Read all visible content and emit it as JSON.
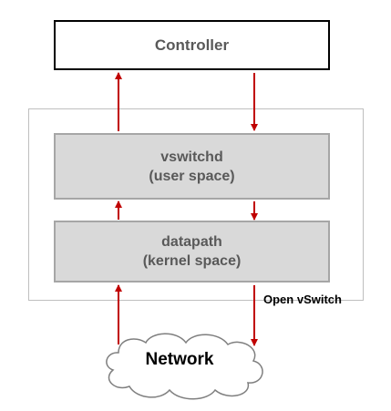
{
  "controller": {
    "label": "Controller"
  },
  "vswitchd": {
    "line1": "vswitchd",
    "line2": "(user space)"
  },
  "datapath": {
    "line1": "datapath",
    "line2": "(kernel space)"
  },
  "ovs_label": "Open vSwitch",
  "network_label": "Network",
  "colors": {
    "arrow": "#c00000",
    "layer_fill": "#d9d9d9",
    "layer_border": "#a6a6a6",
    "text": "#595959"
  }
}
